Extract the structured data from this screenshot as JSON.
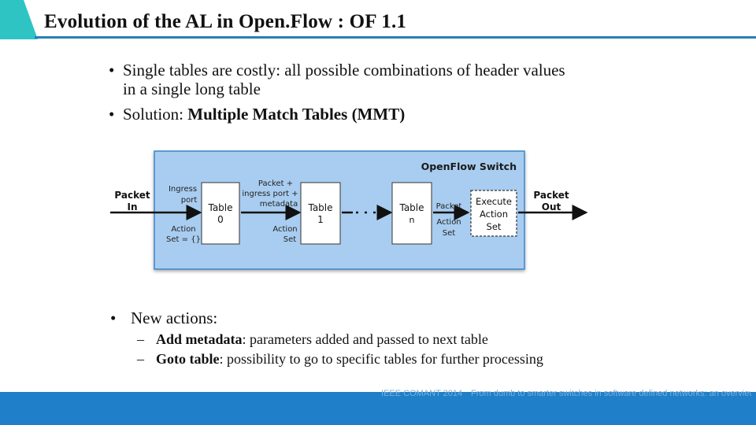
{
  "slide": {
    "title": "Evolution of the AL in Open.Flow : OF 1.1",
    "bullets_top": [
      {
        "text": "Single tables are costly: all possible combinations of header values in a single long table"
      },
      {
        "text_plain": "Solution: ",
        "text_bold": "Multiple Match Tables",
        "text_tail": " (MMT)"
      }
    ],
    "bullet_new_actions": "New actions:",
    "sub_bullets": [
      {
        "bold": "Add metadata",
        "rest": ": parameters added and passed to next table"
      },
      {
        "bold": "Goto table",
        "rest": ": possibility to go to specific tables for further processing"
      }
    ],
    "bullet_char": "•",
    "dash_char": "–",
    "footer": {
      "left": "    ",
      "middle": "IEEE COMANT 2014",
      "right": "From dumb to smarter switches in software defined networks: an overview of"
    }
  },
  "diagram": {
    "title": "OpenFlow Switch",
    "packet_in": [
      "Packet",
      "In"
    ],
    "packet_out": [
      "Packet",
      "Out"
    ],
    "ingress": [
      "Ingress",
      "port"
    ],
    "action_set_start": [
      "Action",
      "Set = {}"
    ],
    "table0": [
      "Table",
      "0"
    ],
    "between_label": [
      "Packet +",
      "ingress port +",
      "metadata"
    ],
    "action_set_1": [
      "Action",
      "Set"
    ],
    "table1": [
      "Table",
      "1"
    ],
    "tablen": [
      "Table",
      "n"
    ],
    "packet_label": "Packet",
    "action_set_n": [
      "Action",
      "Set"
    ],
    "execute": [
      "Execute",
      "Action",
      "Set"
    ],
    "colors": {
      "panel": "#a9cdf0",
      "panel_border": "#3a86c8",
      "box_fill": "#ffffff"
    }
  }
}
